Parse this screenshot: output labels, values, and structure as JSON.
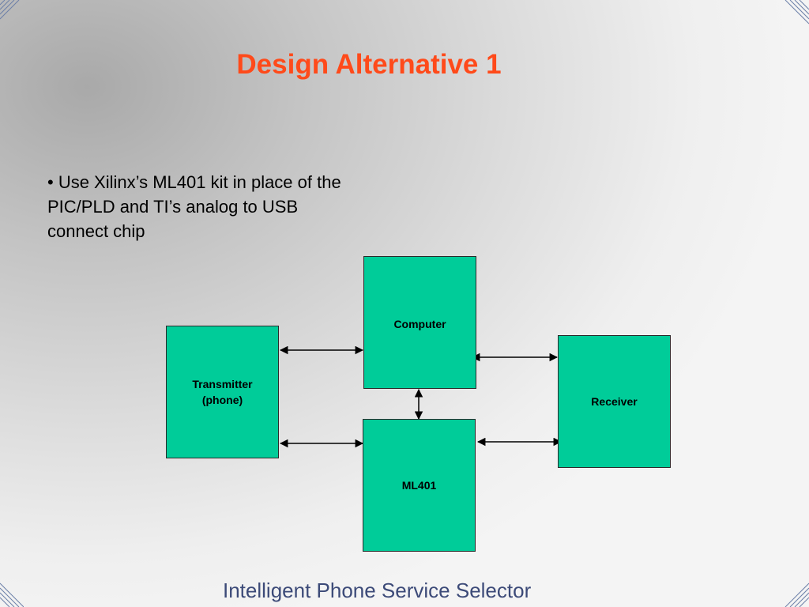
{
  "slide": {
    "title": "Design Alternative 1",
    "bullet": "• Use Xilinx’s ML401 kit in place of the PIC/PLD and TI’s analog to USB connect chip",
    "footer": "Intelligent Phone Service Selector"
  },
  "diagram": {
    "blocks": {
      "computer": "Computer",
      "transmitter_line1": "Transmitter",
      "transmitter_line2": "(phone)",
      "receiver": "Receiver",
      "ml401": "ML401"
    },
    "fill_color": "#00cc99"
  },
  "colors": {
    "title": "#ff4a1a",
    "footer": "#3c4a78"
  }
}
